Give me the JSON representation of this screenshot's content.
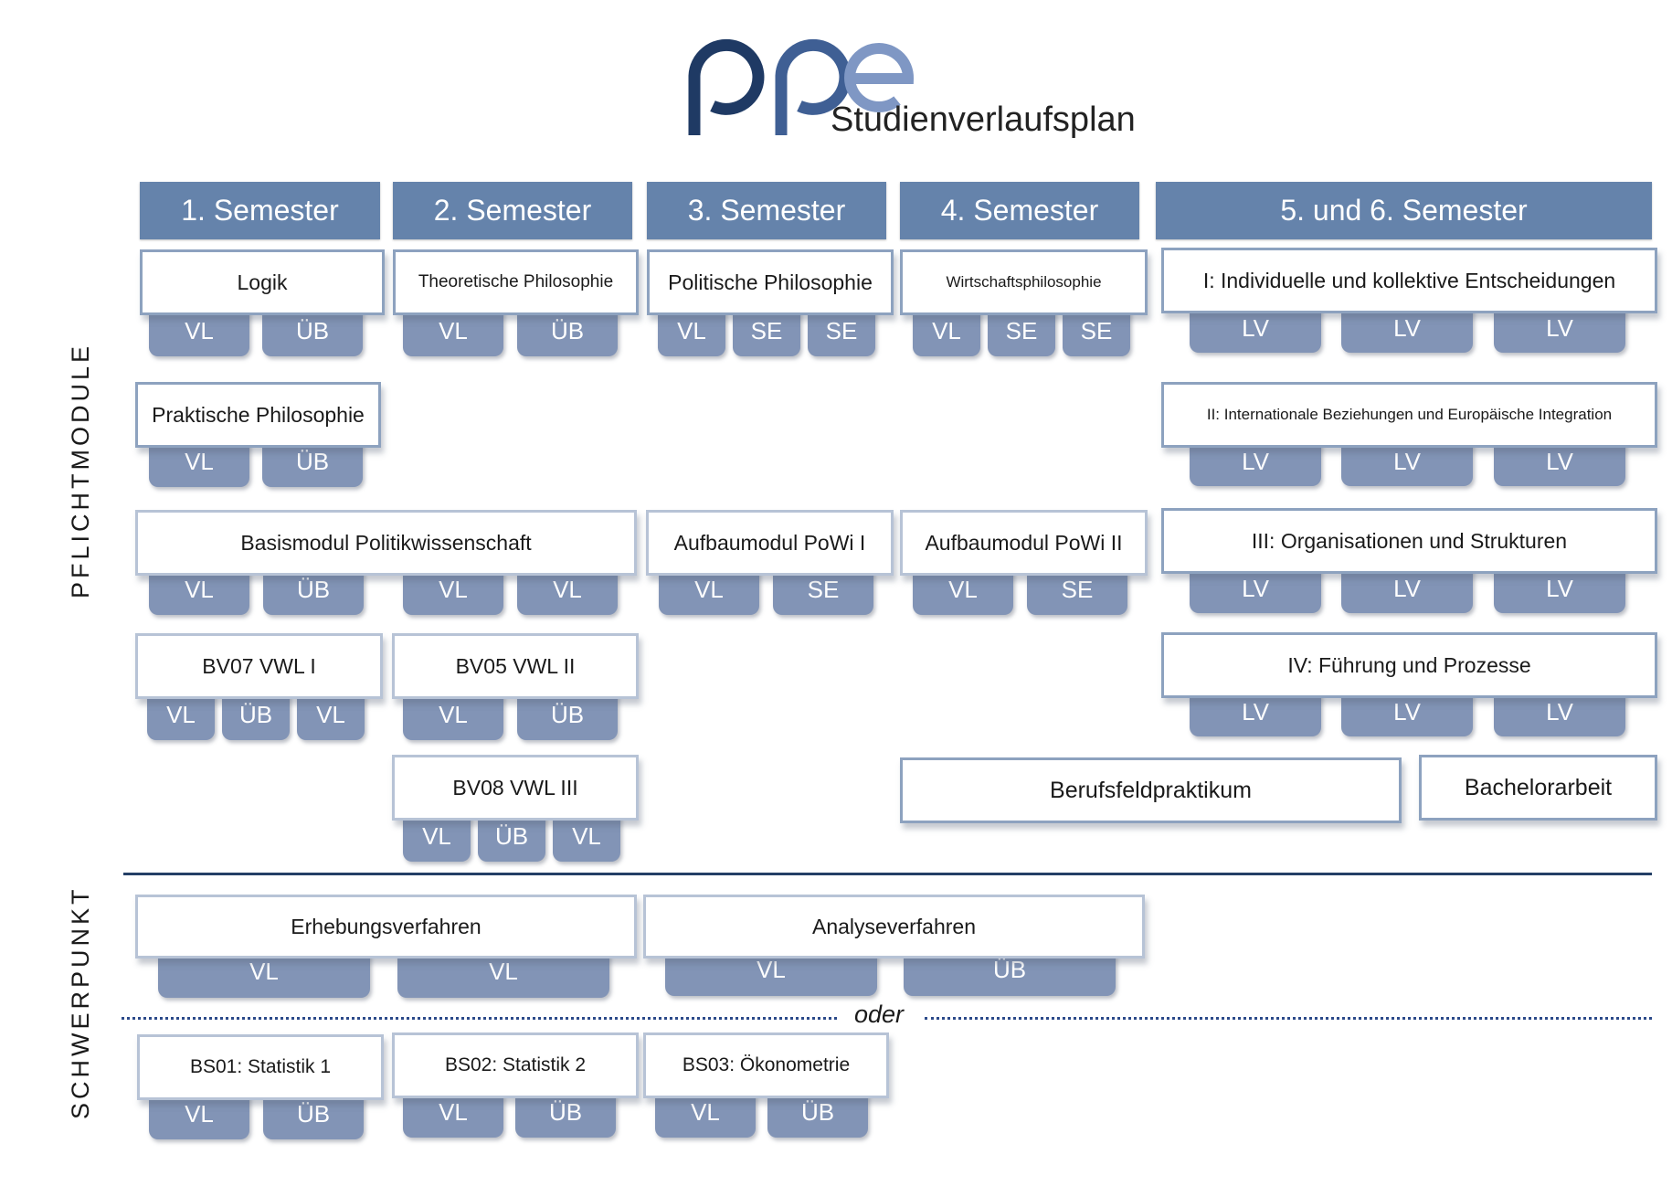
{
  "logo": {
    "wordmark": "ppe",
    "subtitle": "Studienverlaufsplan"
  },
  "semesters": [
    "1. Semester",
    "2. Semester",
    "3. Semester",
    "4. Semester",
    "5. und 6. Semester"
  ],
  "side_labels": {
    "pflicht": "PFLICHTMODULE",
    "schwerpunkt": "SCHWERPUNKT"
  },
  "pflicht": {
    "logik": {
      "title": "Logik",
      "chips": [
        "VL",
        "ÜB"
      ]
    },
    "theoretische": {
      "title": "Theoretische Philosophie",
      "chips": [
        "VL",
        "ÜB"
      ]
    },
    "politische": {
      "title": "Politische Philosophie",
      "chips": [
        "VL",
        "SE",
        "SE"
      ]
    },
    "wirtschaft": {
      "title": "Wirtschaftsphilosophie",
      "chips": [
        "VL",
        "SE",
        "SE"
      ]
    },
    "praktische": {
      "title": "Praktische Philosophie",
      "chips": [
        "VL",
        "ÜB"
      ]
    },
    "basismodul": {
      "title": "Basismodul Politikwissenschaft",
      "chips": [
        "VL",
        "ÜB",
        "VL",
        "VL"
      ]
    },
    "aufbau1": {
      "title": "Aufbaumodul PoWi I",
      "chips": [
        "VL",
        "SE"
      ]
    },
    "aufbau2": {
      "title": "Aufbaumodul PoWi II",
      "chips": [
        "VL",
        "SE"
      ]
    },
    "bv07": {
      "title": "BV07 VWL I",
      "chips": [
        "VL",
        "ÜB",
        "VL"
      ]
    },
    "bv05": {
      "title": "BV05 VWL II",
      "chips": [
        "VL",
        "ÜB"
      ]
    },
    "bv08": {
      "title": "BV08 VWL III",
      "chips": [
        "VL",
        "ÜB",
        "VL"
      ]
    },
    "m1": {
      "title": "I: Individuelle und kollektive Entscheidungen",
      "chips": [
        "LV",
        "LV",
        "LV"
      ]
    },
    "m2": {
      "title": "II: Internationale Beziehungen und Europäische Integration",
      "chips": [
        "LV",
        "LV",
        "LV"
      ]
    },
    "m3": {
      "title": "III: Organisationen und Strukturen",
      "chips": [
        "LV",
        "LV",
        "LV"
      ]
    },
    "m4": {
      "title": "IV: Führung und Prozesse",
      "chips": [
        "LV",
        "LV",
        "LV"
      ]
    },
    "berufsfeld": {
      "title": "Berufsfeldpraktikum"
    },
    "bachelor": {
      "title": "Bachelorarbeit"
    }
  },
  "schwerpunkt": {
    "erhebung": {
      "title": "Erhebungsverfahren",
      "chips": [
        "VL",
        "VL"
      ]
    },
    "analyse": {
      "title": "Analyseverfahren",
      "chips": [
        "VL",
        "ÜB"
      ]
    },
    "oder": "oder",
    "bs01": {
      "title": "BS01: Statistik 1",
      "chips": [
        "VL",
        "ÜB"
      ]
    },
    "bs02": {
      "title": "BS02: Statistik 2",
      "chips": [
        "VL",
        "ÜB"
      ]
    },
    "bs03": {
      "title": "BS03: Ökonometrie",
      "chips": [
        "VL",
        "ÜB"
      ]
    }
  },
  "colors": {
    "header": "#6583ab",
    "chip": "#8294b6",
    "logo_dark": "#1f3a64",
    "logo_light": "#7f97c4",
    "divider": "#243f66"
  }
}
